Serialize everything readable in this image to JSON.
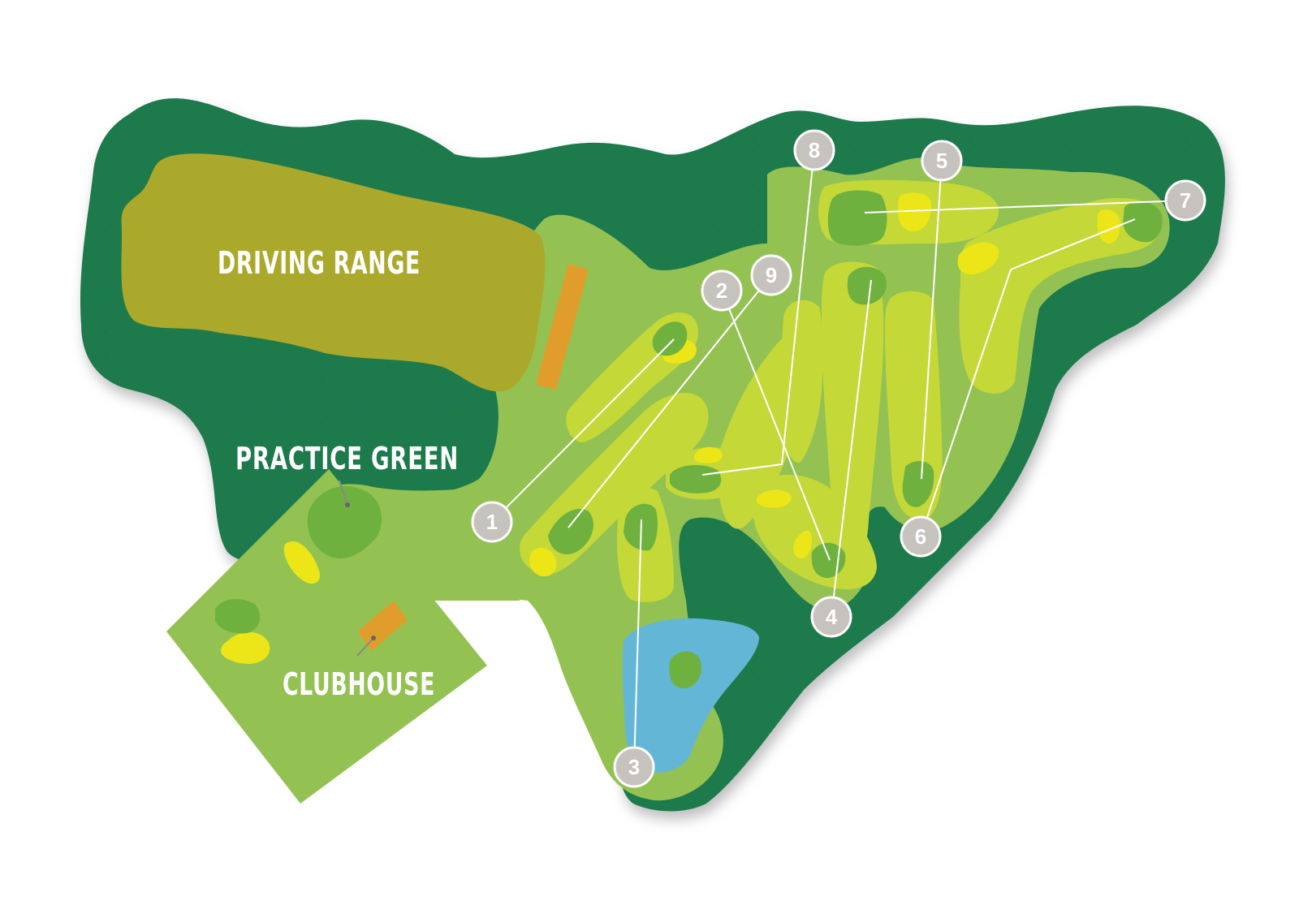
{
  "labels": {
    "driving_range": "DRIVING RANGE",
    "practice_green": "PRACTICE GREEN",
    "clubhouse": "CLUBHOUSE"
  },
  "holes": [
    {
      "number": "1"
    },
    {
      "number": "2"
    },
    {
      "number": "3"
    },
    {
      "number": "4"
    },
    {
      "number": "5"
    },
    {
      "number": "6"
    },
    {
      "number": "7"
    },
    {
      "number": "8"
    },
    {
      "number": "9"
    }
  ],
  "colors": {
    "rough": "#1d7a4c",
    "light_fairway": "#93c253",
    "fairway": "#c4d838",
    "green": "#6fb13f",
    "bunker": "#ece518",
    "driving_range": "#aba92c",
    "building": "#e19d2b",
    "water": "#64b6d7",
    "marker": "#c6c2bd"
  }
}
